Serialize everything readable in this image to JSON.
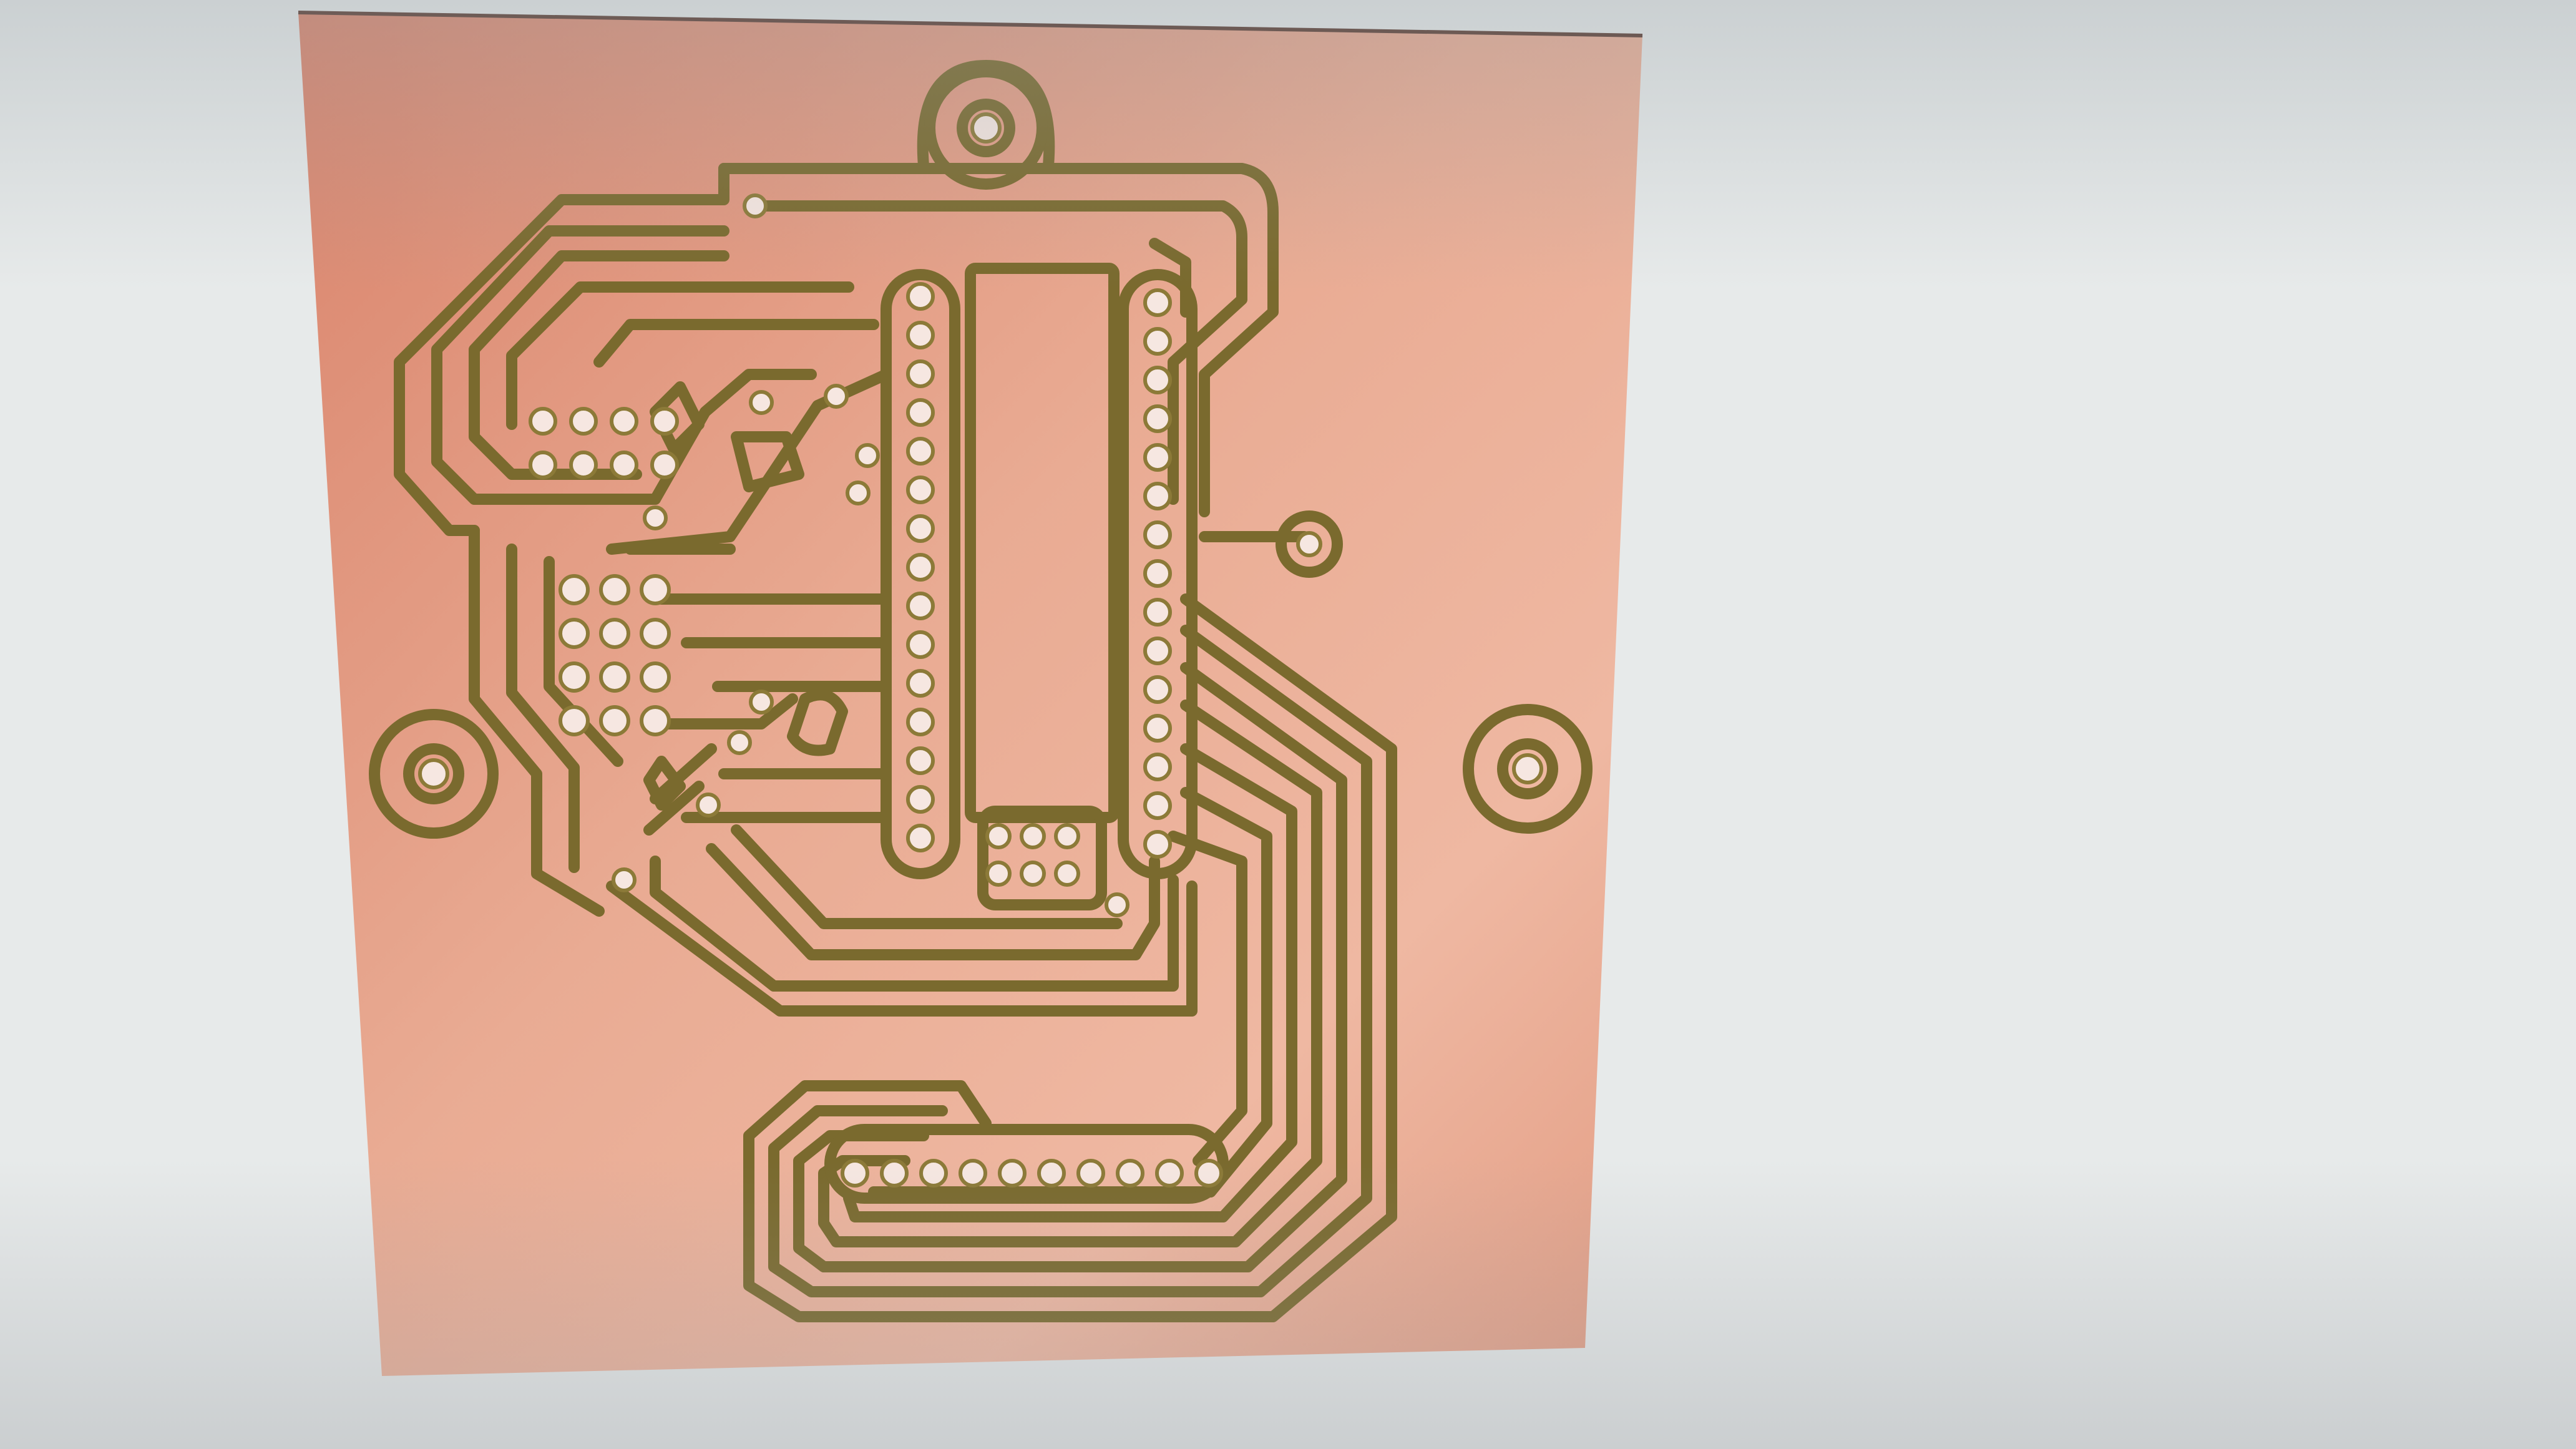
{
  "viewer": {
    "window_background": "#e8ebea",
    "board": {
      "substrate_color": "#e9a58a",
      "substrate_color_dark": "#d98f76",
      "trace_outline_color": "#7a6a2e",
      "drill_hole_color": "#f3e6e0",
      "mounting_holes": 3,
      "header_pins": 10,
      "ic_pins_per_side": 15
    }
  }
}
